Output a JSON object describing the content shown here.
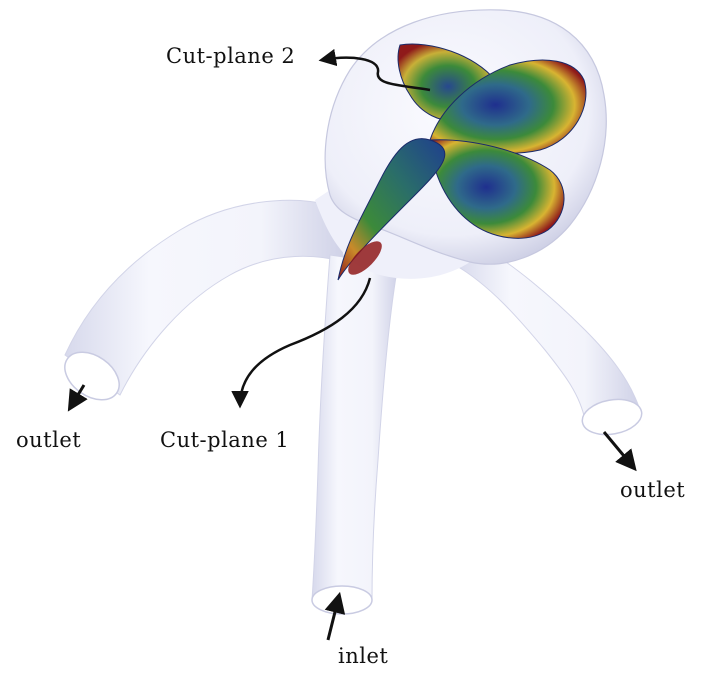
{
  "labels": {
    "cut_plane_2": "Cut-plane 2",
    "cut_plane_1": "Cut-plane 1",
    "outlet_left": "outlet",
    "outlet_right": "outlet",
    "inlet": "inlet"
  },
  "colors": {
    "vessel_fill": "#f2f3fb",
    "vessel_shade": "#c9cbe2",
    "contour_high": "#8f1a1a",
    "contour_mid_hot": "#d8b432",
    "contour_mid": "#3c8a3a",
    "contour_low": "#1f2f8e",
    "arrow": "#111111"
  }
}
